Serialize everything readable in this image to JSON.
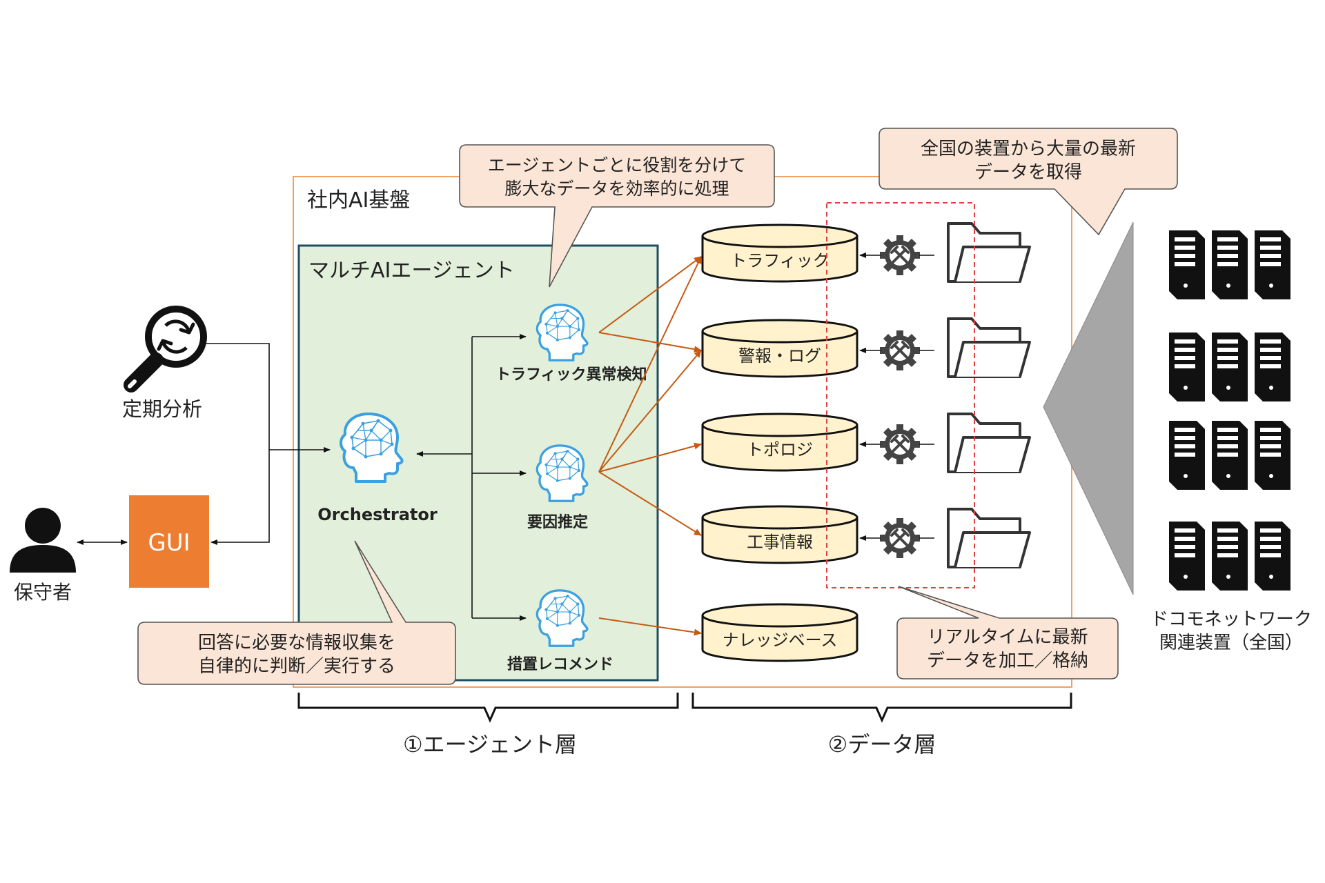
{
  "platform": {
    "label": "社内AI基盤"
  },
  "multi_agent": {
    "label": "マルチAIエージェント"
  },
  "left": {
    "periodic_label": "定期分析",
    "gui_label": "GUI",
    "user_label": "保守者"
  },
  "orchestrator": {
    "label": "Orchestrator"
  },
  "agents": [
    {
      "label": "トラフィック異常検知"
    },
    {
      "label": "要因推定"
    },
    {
      "label": "措置レコメンド"
    }
  ],
  "databases": [
    {
      "label": "トラフィック"
    },
    {
      "label": "警報・ログ"
    },
    {
      "label": "トポロジ"
    },
    {
      "label": "工事情報"
    },
    {
      "label": "ナレッジベース"
    }
  ],
  "callouts": {
    "agent_roles": {
      "line1": "エージェントごとに役割を分けて",
      "line2": "膨大なデータを効率的に処理"
    },
    "nationwide": {
      "line1": "全国の装置から大量の最新",
      "line2": "データを取得"
    },
    "orchestrator": {
      "line1": "回答に必要な情報収集を",
      "line2": "自律的に判断／実行する"
    },
    "realtime": {
      "line1": "リアルタイムに最新",
      "line2": "データを加工／格納"
    }
  },
  "devices": {
    "line1": "ドコモネットワーク",
    "line2": "関連装置（全国）"
  },
  "layers": {
    "agent": "①エージェント層",
    "data": "②データ層"
  },
  "colors": {
    "platform_border": "#f0a060",
    "multi_agent_fill": "#e2efda",
    "multi_agent_border": "#1f4e5f",
    "gui_fill": "#ed7d31",
    "callout_fill": "#fbe5d6",
    "db_fill": "#fff2cc",
    "arrow_orange": "#c55a11",
    "brain_blue": "#3aa0e0",
    "dashed_red": "#e04040"
  },
  "icons": [
    "search-refresh-icon",
    "user-icon",
    "brain-head-icon",
    "database-icon",
    "gear-tools-icon",
    "folder-icon",
    "server-rack-icon"
  ]
}
